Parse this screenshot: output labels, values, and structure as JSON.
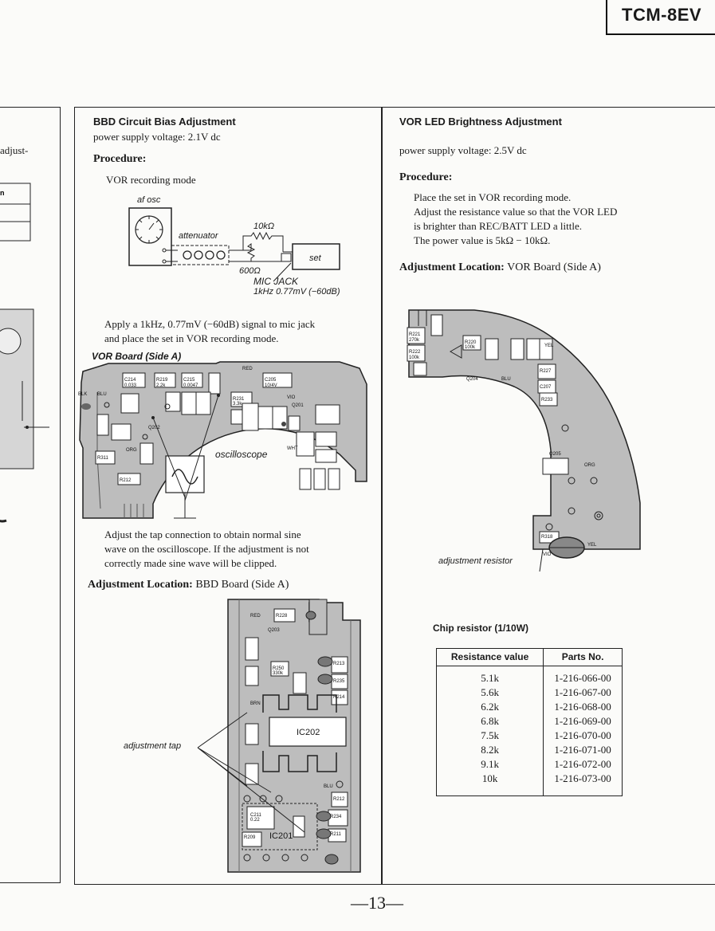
{
  "model": "TCM-8EV",
  "left_fragment": {
    "text": "adjust-"
  },
  "bbd": {
    "title": "BBD Circuit Bias Adjustment",
    "voltage": "power supply voltage:  2.1V dc",
    "procedure_label": "Procedure:",
    "mode": "VOR recording mode",
    "diagram": {
      "af_osc": "af osc",
      "attenuator": "attenuator",
      "r_10k": "10kΩ",
      "r_600": "600Ω",
      "set": "set",
      "mic_jack": "MIC JACK",
      "signal": "1kHz 0.77mV (−60dB)"
    },
    "apply_line1": "Apply a 1kHz, 0.77mV (−60dB) signal to mic jack",
    "apply_line2": "and place the set in VOR recording mode.",
    "board_label": "VOR Board (Side A)",
    "oscilloscope": "oscilloscope",
    "adjust_line1": "Adjust the tap connection to obtain normal sine",
    "adjust_line2": "wave on the oscilloscope. If the adjustment is not",
    "adjust_line3": "correctly made sine wave will be clipped.",
    "location_label": "Adjustment Location:",
    "location_value": "BBD Board (Side A)",
    "adjustment_tap": "adjustment tap",
    "ic202": "IC202",
    "ic201": "IC201"
  },
  "vor": {
    "title": "VOR LED Brightness Adjustment",
    "voltage": "power supply voltage:  2.5V dc",
    "procedure_label": "Procedure:",
    "step1": "Place the set in VOR recording mode.",
    "step2": "Adjust the resistance value so that the VOR LED",
    "step3": "is brighter than REC/BATT LED a little.",
    "step4": "The power value is 5kΩ − 10kΩ.",
    "location_label": "Adjustment Location:",
    "location_value": "VOR Board (Side A)",
    "adjustment_resistor": "adjustment resistor",
    "chip_title": "Chip resistor (1/10W)",
    "table": {
      "headers": [
        "Resistance value",
        "Parts No."
      ],
      "rows": [
        [
          "5.1k",
          "1-216-066-00"
        ],
        [
          "5.6k",
          "1-216-067-00"
        ],
        [
          "6.2k",
          "1-216-068-00"
        ],
        [
          "6.8k",
          "1-216-069-00"
        ],
        [
          "7.5k",
          "1-216-070-00"
        ],
        [
          "8.2k",
          "1-216-071-00"
        ],
        [
          "9.1k",
          "1-216-072-00"
        ],
        [
          "10k",
          "1-216-073-00"
        ]
      ]
    }
  },
  "page_number": "—13—"
}
